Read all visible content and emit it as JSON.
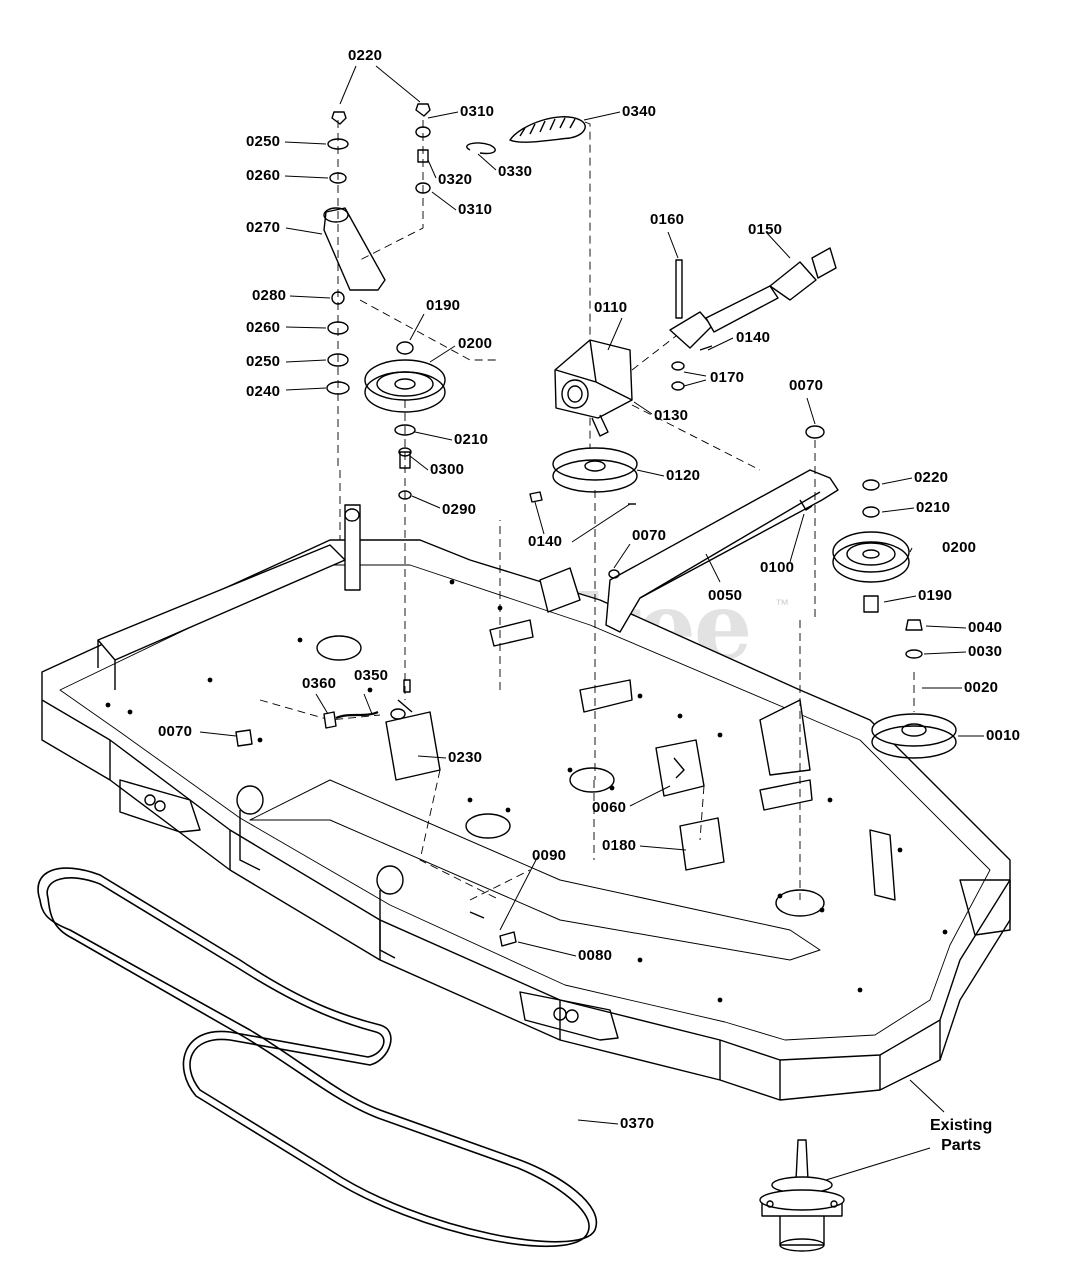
{
  "watermark": {
    "text": "PartsTree",
    "mark": "™"
  },
  "callouts": [
    "0220",
    "0310",
    "0340",
    "0250",
    "0260",
    "0320",
    "0330",
    "0310",
    "0270",
    "0160",
    "0150",
    "0280",
    "0110",
    "0190",
    "0260",
    "0200",
    "0140",
    "0250",
    "0170",
    "0240",
    "0130",
    "0070",
    "0210",
    "0300",
    "0120",
    "0220",
    "0290",
    "0140",
    "0070",
    "0210",
    "0100",
    "0200",
    "0050",
    "0190",
    "0040",
    "0030",
    "0360",
    "0350",
    "0020",
    "0070",
    "0230",
    "0010",
    "0060",
    "0180",
    "0090",
    "0080",
    "0370"
  ],
  "note": {
    "line1": "Existing",
    "line2": "Parts"
  }
}
